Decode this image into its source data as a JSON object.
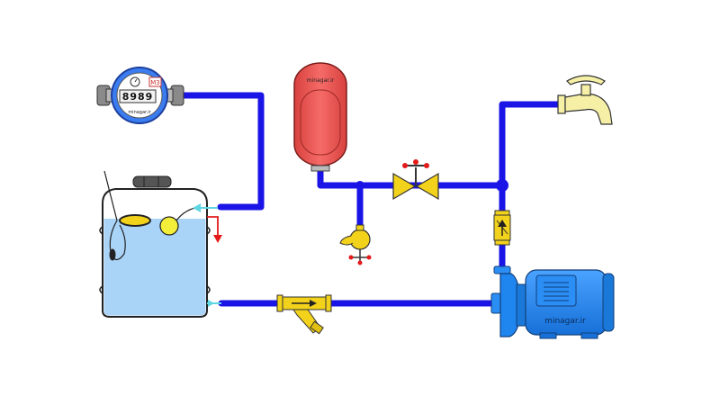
{
  "meter": {
    "reading": "8989",
    "unit": "M3",
    "brand": "minagar.ir"
  },
  "expansion_tank": {
    "brand": "minagar.ir"
  },
  "pump": {
    "brand": "minagar.ir"
  },
  "colors": {
    "pipe": "#1b14e6",
    "tank_water": "#a9d3f7",
    "expansion_tank": "#f0625f",
    "valve_brass": "#f2d21b",
    "faucet": "#f6f0a6",
    "pump_blue": "#1f86f0",
    "flow_arrow_cyan": "#5fd6e0",
    "drain_arrow_red": "#e41a1a"
  }
}
